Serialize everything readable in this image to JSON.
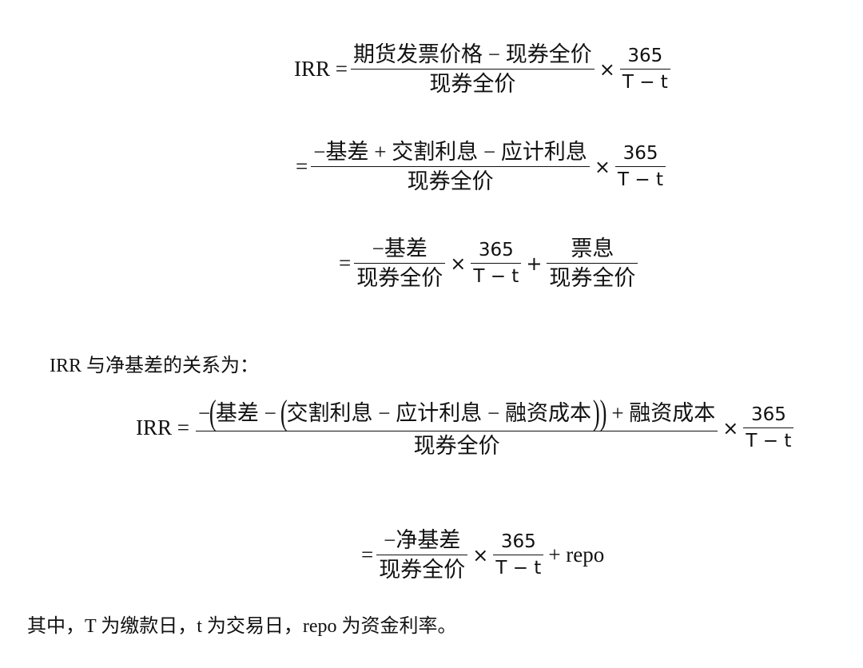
{
  "eq1": {
    "lhs": "IRR =",
    "num": "期货发票价格 − 现券全价",
    "den": "现券全价",
    "times": "×",
    "rnum": "365",
    "rden": "T − t"
  },
  "eq2": {
    "lhs": "=",
    "num": "−基差 + 交割利息 − 应计利息",
    "den": "现券全价",
    "times": "×",
    "rnum": "365",
    "rden": "T − t"
  },
  "eq3": {
    "lhs": "=",
    "num1": "−基差",
    "den1": "现券全价",
    "times": "×",
    "rnum": "365",
    "rden": "T − t",
    "plus": "+",
    "num2": "票息",
    "den2": "现券全价"
  },
  "relation_text": "IRR 与净基差的关系为：",
  "eq4": {
    "lhs": "IRR =",
    "minus": "−",
    "lparen1": "(",
    "part1": "基差 −",
    "lparen2": "(",
    "part2": "交割利息 − 应计利息 − 融资成本",
    "rparen": "))",
    "part3": "+ 融资成本",
    "den": "现券全价",
    "times": "×",
    "rnum": "365",
    "rden": "T − t"
  },
  "eq5": {
    "lhs": "=",
    "num": "−净基差",
    "den": "现券全价",
    "times": "×",
    "rnum": "365",
    "rden": "T − t",
    "plus": "+ repo"
  },
  "footnote": "其中，T 为缴款日，t 为交易日，repo 为资金利率。"
}
